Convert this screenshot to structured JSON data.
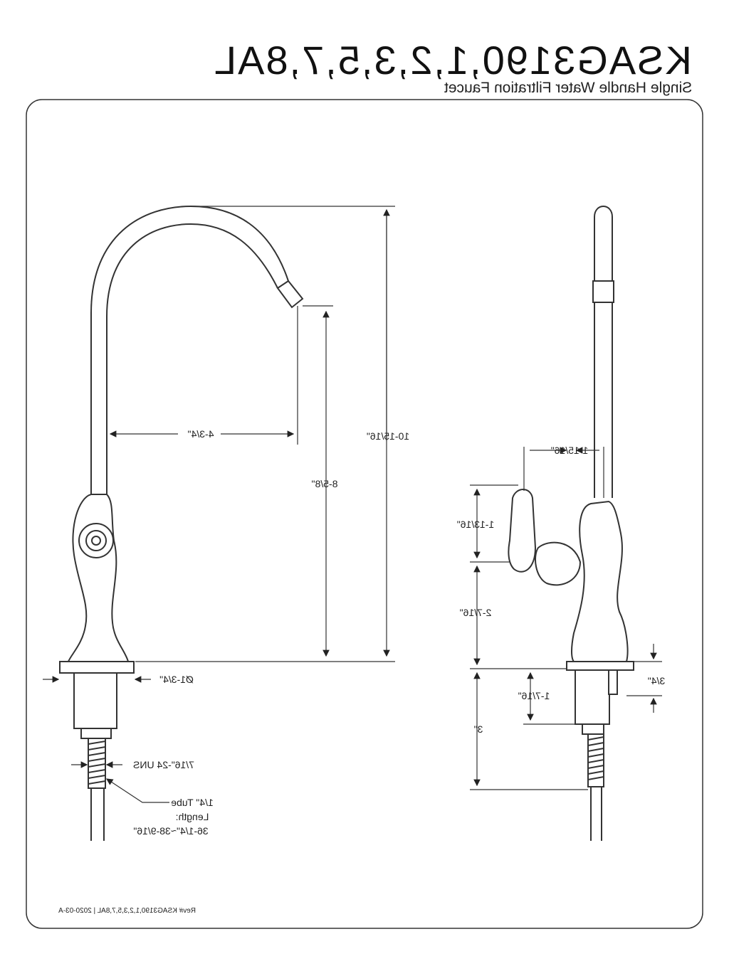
{
  "header": {
    "model": "KSAG3190,1,2,3,5,7,8AL",
    "description": "Single Handle Water Filtration Faucet"
  },
  "front_view": {
    "dims": {
      "spout_reach": "4-3/4\"",
      "spout_height": "8-5/8\"",
      "overall_height": "10-15/16\"",
      "base_dia": "Ø1-3/4\"",
      "thread": "7/16\"-24 UNS"
    },
    "tube_note": {
      "line1": "1/4\" Tube",
      "line2": "Length:",
      "line3": "36-1/4\"~38-9/16\""
    }
  },
  "side_view": {
    "dims": {
      "handle_offset": "1-15/16\"",
      "handle_height": "1-13/16\"",
      "body_height": "2-7/16\"",
      "shank_length": "1-7/16\"",
      "below_deck": "3\"",
      "deck_thickness": "3/4\""
    }
  },
  "footer": {
    "revision": "Rev# KSAG3190,1,2,3,5,7,8AL | 2020-03-A"
  }
}
